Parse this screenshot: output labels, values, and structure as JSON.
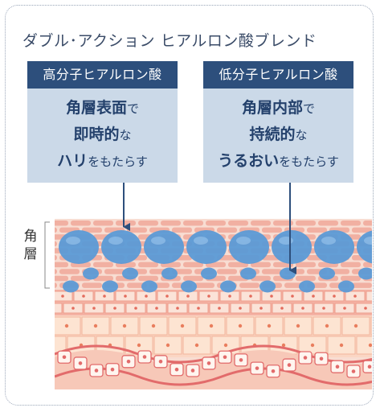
{
  "title": "ダブル･アクション ヒアルロン酸ブレンド",
  "panels": [
    {
      "header": "高分子ヒアルロン酸",
      "line1_bold": "角層表面",
      "line1_rest": "で",
      "line2_bold": "即時的",
      "line2_rest": "な",
      "line3_bold": "ハリ",
      "line3_rest": "をもたらす"
    },
    {
      "header": "低分子ヒアルロン酸",
      "line1_bold": "角層内部",
      "line1_rest": "で",
      "line2_bold": "持続的",
      "line2_rest": "な",
      "line3_bold": "うるおい",
      "line3_rest": "をもたらす"
    }
  ],
  "layer_label_line1": "角",
  "layer_label_line2": "層",
  "colors": {
    "header_bg": "#2d4f7c",
    "panel_bg": "#cbd9e8",
    "text_blue": "#24416c",
    "droplet_blue": "#4f8fd0",
    "skin_pink": "#f2b8a8"
  }
}
